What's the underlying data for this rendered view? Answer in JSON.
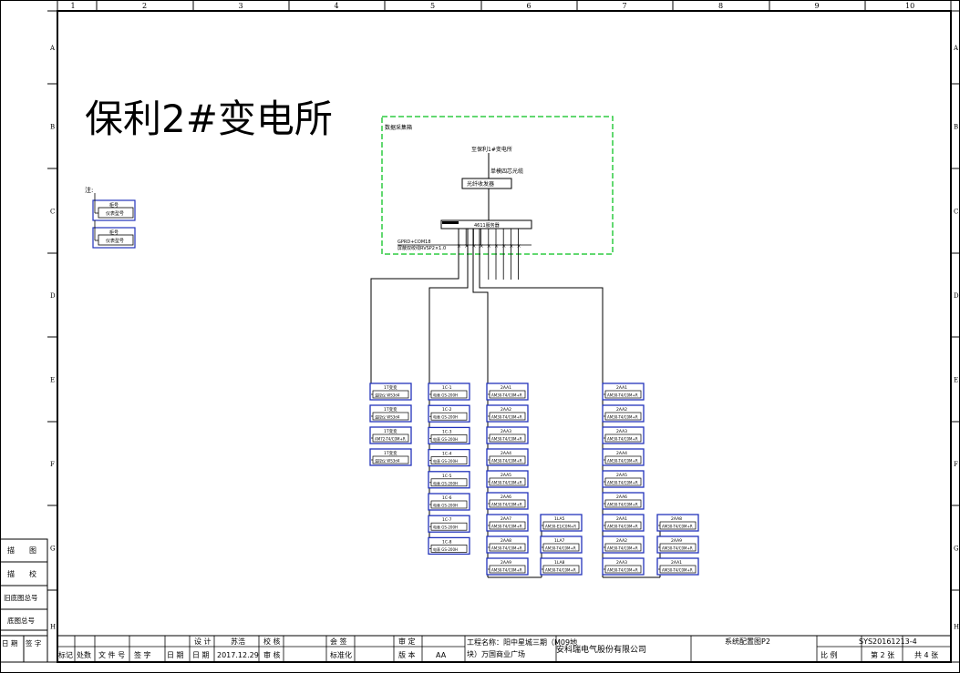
{
  "title": "保利2#变电所",
  "border": {
    "cols": [
      "1",
      "2",
      "3",
      "4",
      "5",
      "6",
      "7",
      "8",
      "9",
      "10"
    ],
    "rows": [
      "A",
      "B",
      "C",
      "D",
      "E",
      "F",
      "G",
      "H"
    ]
  },
  "legend": {
    "label": "注:",
    "items": [
      {
        "top": "柜号",
        "bottom": "仪表型号"
      },
      {
        "top": "柜号",
        "bottom": "仪表型号"
      }
    ]
  },
  "collection_box": {
    "title": "数据采集箱",
    "to_substation": "至保利1#变电所",
    "cable": "单模四芯光缆",
    "transceiver": "光纤收发器",
    "switch": "4611服务器",
    "bus_label": "GPRD+COM18",
    "cable_spec": "屏蔽双绞线RVSP2×1.0"
  },
  "group_a": [
    {
      "cabinet": "1T变变",
      "meter": "温控仪 WS3d4"
    },
    {
      "cabinet": "1T变变",
      "meter": "温控仪 WS3d4"
    },
    {
      "cabinet": "1T变变",
      "meter": "AM72-T4/C0M+R"
    },
    {
      "cabinet": "1T变变",
      "meter": "温控仪 WS3d4"
    }
  ],
  "group_b": [
    {
      "cabinet": "1C-1",
      "meter": "电表 GS-200H"
    },
    {
      "cabinet": "1C-2",
      "meter": "电表 GS-200H"
    },
    {
      "cabinet": "1C-3",
      "meter": "电表 GS-200H"
    },
    {
      "cabinet": "1C-4",
      "meter": "电表 GS-200H"
    },
    {
      "cabinet": "1C-5",
      "meter": "电表 GS-200H"
    },
    {
      "cabinet": "1C-6",
      "meter": "电表 GS-200H"
    },
    {
      "cabinet": "1C-7",
      "meter": "电表 GS-200H"
    },
    {
      "cabinet": "1C-8",
      "meter": "电表 GS-200H"
    }
  ],
  "group_c": [
    {
      "cabinet": "2AA1",
      "meter": "AM30-T4/C0M+R"
    },
    {
      "cabinet": "2AA2",
      "meter": "AM30-T4/C0M+R"
    },
    {
      "cabinet": "2AA3",
      "meter": "AM30-T4/C0M+R"
    },
    {
      "cabinet": "2AA4",
      "meter": "AM30-T4/C0M+R"
    },
    {
      "cabinet": "2AA5",
      "meter": "AM30-T4/C0M+R"
    },
    {
      "cabinet": "2AA6",
      "meter": "AM30-T4/C0M+R"
    },
    {
      "cabinet": "2AA7",
      "meter": "AM30-T4/C0M+R"
    },
    {
      "cabinet": "2AA8",
      "meter": "AM30-T4/C0M+R"
    },
    {
      "cabinet": "2AA9",
      "meter": "AM30-T4/C0M+R"
    }
  ],
  "group_d": [
    {
      "cabinet": "1LA5",
      "meter": "AM30-E1/C0M+R"
    },
    {
      "cabinet": "1LA7",
      "meter": "AM30-T4/C0M+R"
    },
    {
      "cabinet": "1LA8",
      "meter": "AM30-T4/C0M+R"
    }
  ],
  "group_e": [
    {
      "cabinet": "2AA1",
      "meter": "AM30-T4/C0M+R"
    },
    {
      "cabinet": "2AA2",
      "meter": "AM30-T4/C0M+R"
    },
    {
      "cabinet": "2AA3",
      "meter": "AM30-T4/C0M+R"
    },
    {
      "cabinet": "2AA4",
      "meter": "AM30-T4/C0M+R"
    },
    {
      "cabinet": "2AA5",
      "meter": "AM30-T4/C0M+R"
    },
    {
      "cabinet": "2AA6",
      "meter": "AM30-T4/C0M+R"
    },
    {
      "cabinet": "2AA1",
      "meter": "AM30-T4/C0M+R"
    },
    {
      "cabinet": "2AA2",
      "meter": "AM30-T4/C0M+R"
    },
    {
      "cabinet": "2AA3",
      "meter": "AM30-T4/C0M+R"
    }
  ],
  "group_f": [
    {
      "cabinet": "2AA8",
      "meter": "AM30-T4/C0M+R"
    },
    {
      "cabinet": "2AA9",
      "meter": "AM30-T4/C0M+R"
    },
    {
      "cabinet": "2AA1",
      "meter": "AM30-T4/C0M+R"
    }
  ],
  "left_side": [
    "描　　图",
    "描　　校",
    "旧底图总号",
    "底图总号",
    "日 期",
    "签 字"
  ],
  "title_block": {
    "design": "设 计",
    "designer": "苏浩",
    "check": "校 核",
    "review": "审 核",
    "countersign": "会 签",
    "standard": "标准化",
    "approve": "审 定",
    "version": "版 本",
    "version_val": "AA",
    "date_label": "日 期",
    "date": "2017.12.29",
    "project_label": "工程名称：阳中星城三期（M09地",
    "project_label2": "块）万国商业广场",
    "company": "安科瑞电气股份有限公司",
    "drawing": "系统配置图P2",
    "drawing_no": "SYS20161213-4",
    "scale": "比 例",
    "sheet": "第 2 张",
    "total": "共 4 张",
    "row_labels": [
      "标记",
      "处数",
      "文 件 号",
      "签 字",
      "日 期"
    ]
  }
}
